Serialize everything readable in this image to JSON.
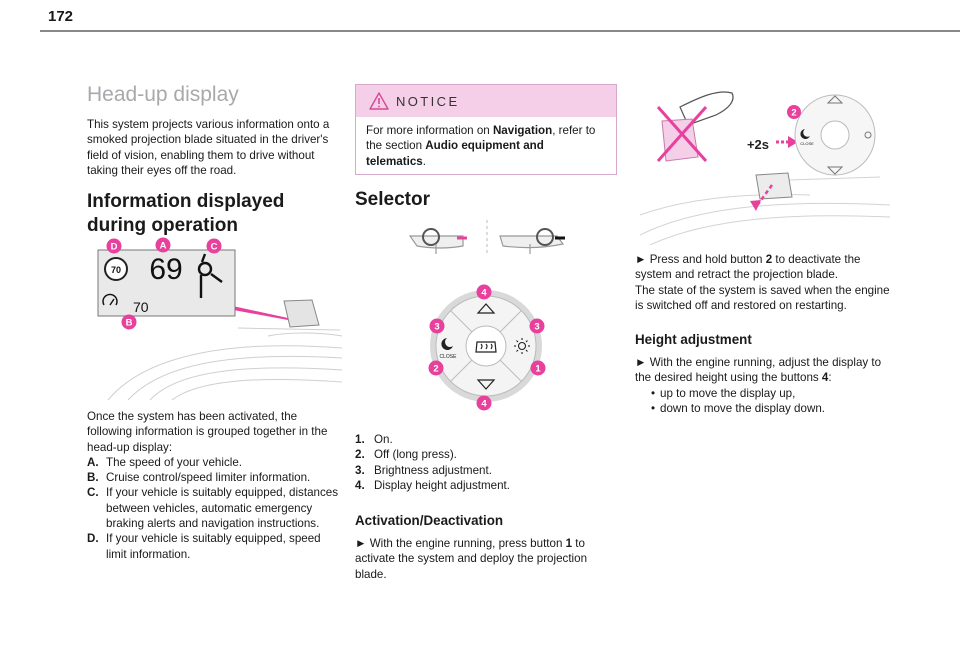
{
  "page_number": "172",
  "col1": {
    "title": "Head-up display",
    "intro": "This system projects various information onto a smoked projection blade situated in the driver's field of vision, enabling them to drive without taking their eyes off the road.",
    "heading_line1": "Information displayed",
    "heading_line2": "during operation",
    "figure": {
      "speed": "69",
      "limit_sign": "70",
      "cruise_speed": "70",
      "callouts": [
        "D",
        "A",
        "C",
        "B"
      ]
    },
    "list_intro": "Once the system has been activated, the following information is grouped together in the head-up display:",
    "items": [
      {
        "key": "A.",
        "text": "The speed of your vehicle."
      },
      {
        "key": "B.",
        "text": "Cruise control/speed limiter information."
      },
      {
        "key": "C.",
        "text": "If your vehicle is suitably equipped, distances between vehicles, automatic emergency braking alerts and navigation instructions."
      },
      {
        "key": "D.",
        "text": "If your vehicle is suitably equipped, speed limit information."
      }
    ]
  },
  "notice": {
    "title": "NOTICE",
    "pre": "For more information on ",
    "b1": "Navigation",
    "mid": ", refer to the section ",
    "b2": "Audio equipment and telematics",
    "post": "."
  },
  "col2": {
    "heading": "Selector",
    "figure": {
      "callouts": [
        "4",
        "3",
        "3",
        "2",
        "1",
        "4"
      ],
      "close_label": "CLOSE"
    },
    "items": [
      {
        "key": "1.",
        "text": "On."
      },
      {
        "key": "2.",
        "text": "Off (long press)."
      },
      {
        "key": "3.",
        "text": "Brightness adjustment."
      },
      {
        "key": "4.",
        "text": "Display height adjustment."
      }
    ],
    "sub_heading": "Activation/Deactivation",
    "act_pre": "► With the engine running, press button ",
    "act_b": "1",
    "act_post": " to activate the system and deploy the projection blade."
  },
  "col3": {
    "figure": {
      "badge": "+2s",
      "callout": "2",
      "close_label": "CLOSE"
    },
    "p1_pre": "► Press and hold button ",
    "p1_b": "2",
    "p1_post": " to deactivate the system and retract the projection blade.",
    "p2": "The state of the system is saved when the engine is switched off and restored on restarting.",
    "sub_heading": "Height adjustment",
    "p3_pre": "► With the engine running, adjust the display to the desired height using the buttons ",
    "p3_b": "4",
    "p3_post": ":",
    "bullets": [
      "up to move the display up,",
      "down to move the display down."
    ]
  },
  "colors": {
    "accent": "#e8409d",
    "heading_gray": "#a9a9ad",
    "notice_bg": "#f5cfe8"
  }
}
